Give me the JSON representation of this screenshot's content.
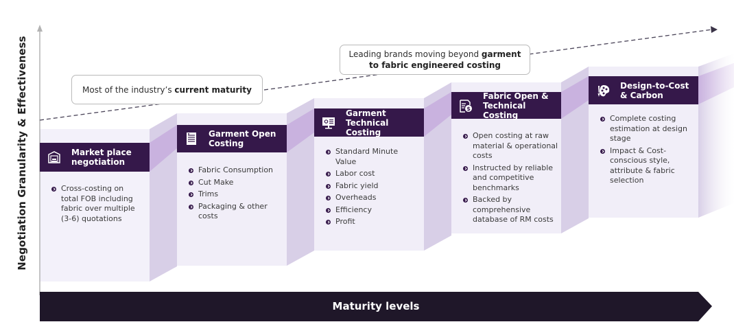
{
  "y_axis_label": "Negotiation Granularity & Effectiveness",
  "x_axis_label": "Maturity levels",
  "callouts": {
    "current": {
      "text_before": "Most of the industry’s ",
      "text_bold": "current maturity"
    },
    "leading": {
      "text_before": "Leading brands moving beyond ",
      "text_bold": "garment to fabric engineered costing"
    }
  },
  "colors": {
    "header": "#35184a",
    "front_face": "#f1eef8",
    "side_face": "#d8cfe7",
    "band": "#c9b2df",
    "maturity_bar": "#1f1729"
  },
  "levels": [
    {
      "title": "Market place negotiation",
      "icon": "warehouse-icon",
      "bullets": [
        "Cross-costing on total FOB including fabric over multiple (3-6) quotations"
      ]
    },
    {
      "title": "Garment Open Costing",
      "icon": "document-list-icon",
      "bullets": [
        "Fabric Consumption",
        "Cut Make",
        "Trims",
        "Packaging & other costs"
      ]
    },
    {
      "title": "Garment Technical Costing",
      "icon": "monitor-settings-icon",
      "bullets": [
        "Standard Minute Value",
        "Labor cost",
        "Fabric yield",
        "Overheads",
        "Efficiency",
        "Profit"
      ]
    },
    {
      "title": "Fabric Open & Technical Costing",
      "icon": "document-dollar-icon",
      "bullets": [
        "Open costing at raw material & operational costs",
        "Instructed by reliable and competitive benchmarks",
        "Backed by comprehensive database of RM costs"
      ]
    },
    {
      "title": "Design-to-Cost & Carbon",
      "icon": "palette-brush-icon",
      "bullets": [
        "Complete costing estimation at design stage",
        "Impact & Cost-conscious style, attribute & fabric selection"
      ]
    }
  ]
}
